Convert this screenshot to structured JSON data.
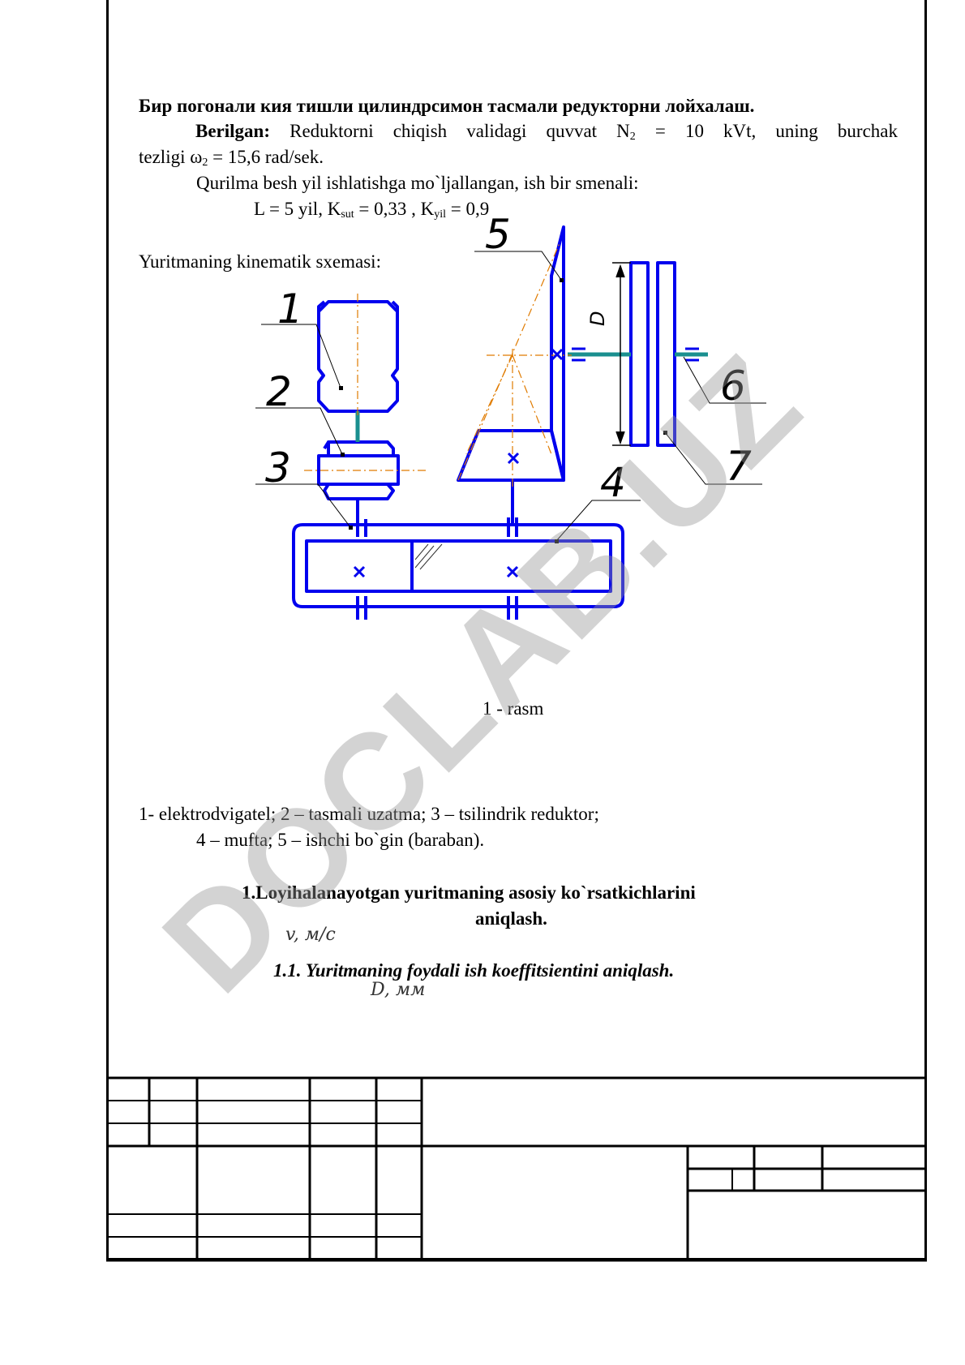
{
  "title": "Бир погонали кия тишли цилиндрсимон тасмали редукторни лойхалаш.",
  "given": {
    "label": "Berilgan:",
    "text_a": " Reduktorni chiqish validagi quvvat  N",
    "n_sub": "2",
    "text_b": " = 10 kVt,  uning burchak",
    "line2_a": "tezligi  ω",
    "w_sub": "2",
    "line2_b": " = 15,6 rad/sek."
  },
  "service_line": "Qurilma besh yil ishlatishga mo`ljallangan, ish bir smenali:",
  "params": {
    "L": "L  = 5 yil,  K",
    "ksut_sub": "sut",
    "ksut_val": " = 0,33 ,   K",
    "kyil_sub": "yil",
    "kyil_val": " = 0,9"
  },
  "scheme_label": "Yuritmaning kinematik sxemasi:",
  "diagram": {
    "callouts": [
      "1",
      "2",
      "3",
      "4",
      "5",
      "6",
      "7"
    ],
    "dim_label": "D",
    "color": "#0000ee",
    "accent_color": "#e07b00",
    "shaft_color": "#1a8f8f"
  },
  "figure_caption": "1 - rasm",
  "legend_line1": "1- elektrodvigatel; 2 – tasmali uzatma; 3 – tsilindrik reduktor;",
  "legend_line2": "4 – mufta; 5 – ishchi bo`gin (baraban).",
  "section1_line1": "1.Loyihalanayotgan yuritmaning asosiy ko`rsatkichlarini",
  "section1_line2": "aniqlash.",
  "math_v": "v,  м/с",
  "subsection": "1.1. Yuritmaning foydali ish koeffitsientini aniqlash.",
  "math_d": "D, мм",
  "watermark": "DOCLAB.UZ"
}
